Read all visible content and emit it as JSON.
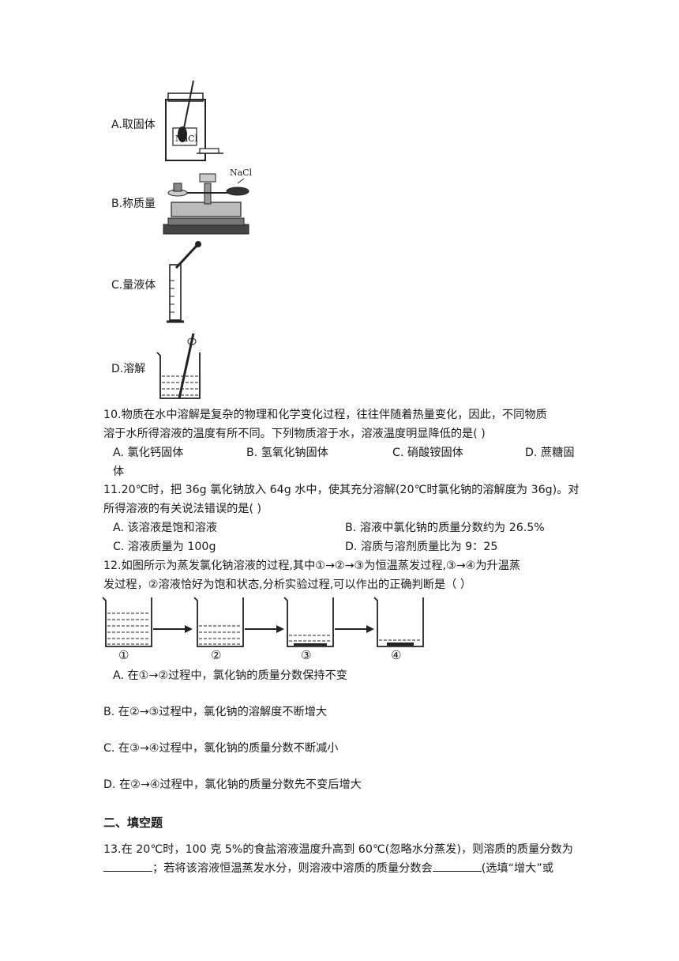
{
  "q9_options": [
    {
      "label": "A.取固体",
      "img_text": "NaCl"
    },
    {
      "label": "B.称质量",
      "img_text": "NaCl"
    },
    {
      "label": "C.量液体"
    },
    {
      "label": "D.溶解"
    }
  ],
  "q10": {
    "line1": "10.物质在水中溶解是复杂的物理和化学变化过程，往往伴随着热量变化，因此，不同物质",
    "line2": "溶于水所得溶液的温度有所不同。下列物质溶于水，溶液温度明显降低的是(    )",
    "options": [
      "A. 氯化钙固体",
      "B. 氢氧化钠固体",
      "C. 硝酸铵固体",
      "D. 蔗糖固"
    ],
    "wrap": "体"
  },
  "q11": {
    "line1": "11.20℃时，把 36g 氯化钠放入 64g 水中，使其充分溶解(20℃时氯化钠的溶解度为 36g)。对",
    "line2": "所得溶液的有关说法错误的是(    )",
    "options": [
      "A. 该溶液是饱和溶液",
      "B. 溶液中氯化钠的质量分数约为 26.5%",
      "C. 溶液质量为 100g",
      "D. 溶质与溶剂质量比为 9：25"
    ]
  },
  "q12": {
    "line1": "12.如图所示为蒸发氯化钠溶液的过程,其中①→②→③为恒温蒸发过程,③→④为升温蒸",
    "line2": "发过程，②溶液恰好为饱和状态,分析实验过程,可以作出的正确判断是（     ）",
    "beakers": [
      "①",
      "②",
      "③",
      "④"
    ],
    "options": [
      "A. 在①→②过程中，氯化钠的质量分数保持不变",
      "B. 在②→③过程中，氯化钠的溶解度不断增大",
      "C. 在③→④过程中，氯化钠的质量分数不断减小",
      "D. 在②→④过程中，氯化钠的质量分数先不变后增大"
    ]
  },
  "section2": "二、填空题",
  "q13": {
    "line1": "13.在 20℃时，100 克 5%的食盐溶液温度升高到 60℃(忽略水分蒸发)，则溶质的质量分数为",
    "line2a": "；若将该溶液恒温蒸发水分，则溶液中溶质的质量分数会",
    "line2b": "(选填“增大”或"
  }
}
